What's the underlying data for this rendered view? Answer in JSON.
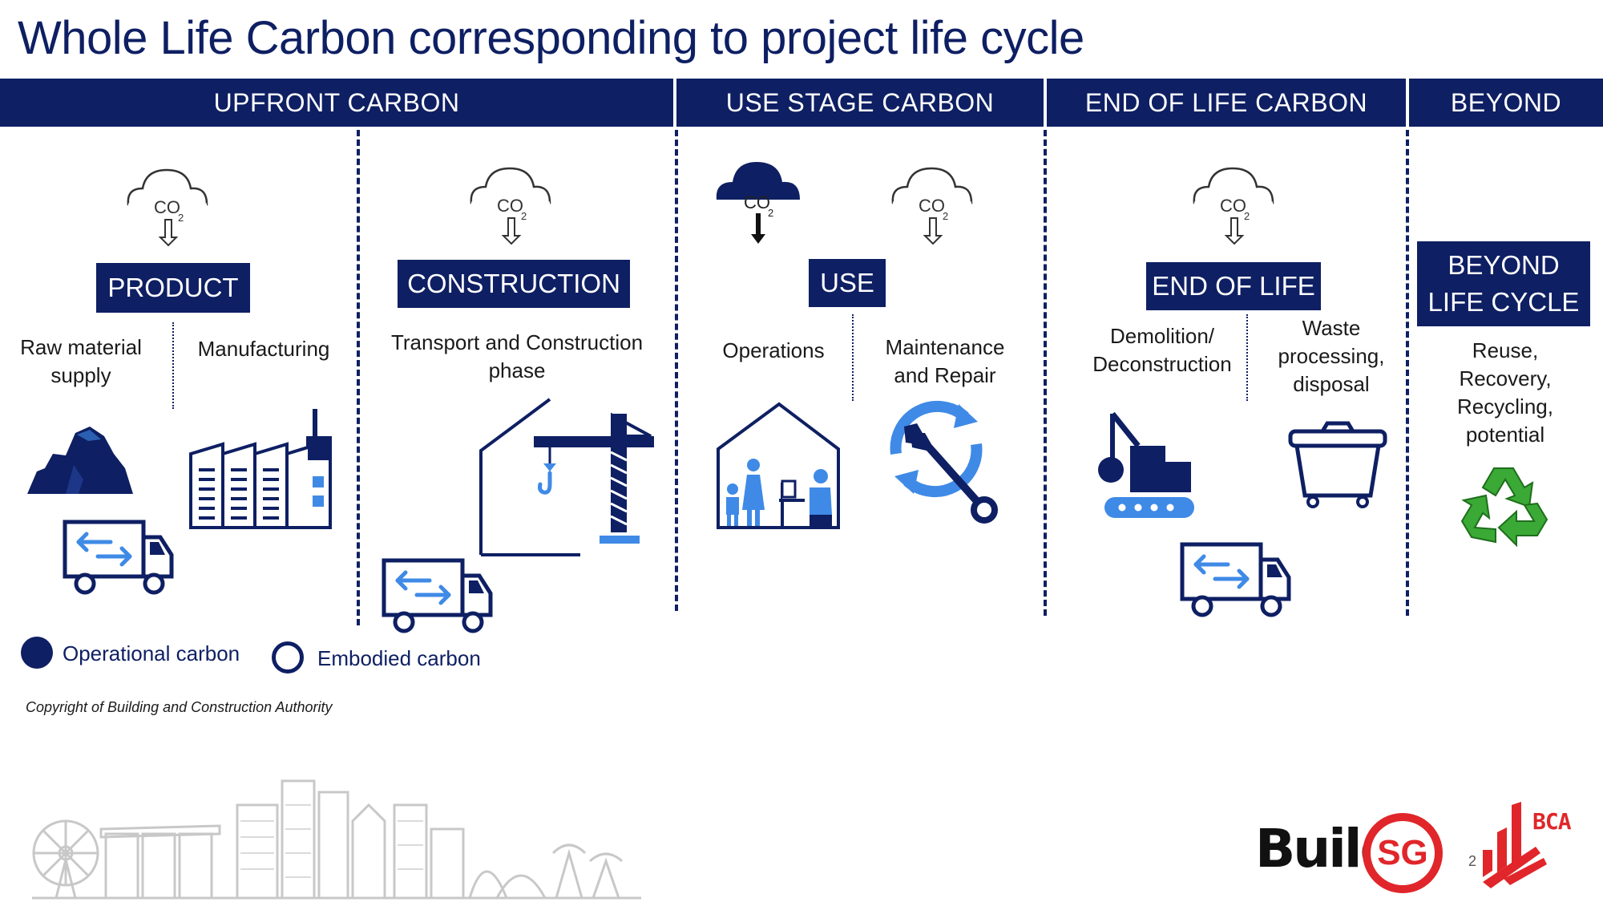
{
  "page": {
    "title": "Whole Life Carbon corresponding to project life cycle"
  },
  "headers": {
    "upfront": "UPFRONT CARBON",
    "use_stage": "USE STAGE CARBON",
    "end_of_life": "END OF LIFE CARBON",
    "beyond": "BEYOND"
  },
  "co2": {
    "text": "CO",
    "subscript": "2"
  },
  "stages": {
    "product": {
      "label": "PRODUCT",
      "items": [
        "Raw material supply",
        "Manufacturing"
      ]
    },
    "construction": {
      "label": "CONSTRUCTION",
      "items": [
        "Transport and Construction phase"
      ]
    },
    "use": {
      "label": "USE",
      "items": [
        "Operations",
        "Maintenance and Repair"
      ]
    },
    "end_of_life": {
      "label": "END OF LIFE",
      "items": [
        "Demolition/ Deconstruction",
        "Waste processing, disposal"
      ]
    },
    "beyond": {
      "label": "BEYOND LIFE CYCLE",
      "items": [
        "Reuse, Recovery, Recycling, potential"
      ]
    }
  },
  "legend": {
    "operational": "Operational carbon",
    "embodied": "Embodied carbon"
  },
  "footer": {
    "copyright": "Copyright of Building and Construction Authority",
    "page_number": "2"
  },
  "logos": {
    "build": "Build",
    "sg": "SG",
    "bca": "BCA"
  },
  "colors": {
    "navy": "#0e1f63",
    "accent_blue": "#3f8ae6",
    "red": "#e0262a",
    "green": "#3aa935"
  },
  "icons": [
    "co2-cloud-icon",
    "mountain-icon",
    "factory-icon",
    "truck-icon",
    "building-crane-icon",
    "house-people-icon",
    "wrench-cycle-icon",
    "excavator-icon",
    "bin-icon",
    "recycle-icon"
  ]
}
